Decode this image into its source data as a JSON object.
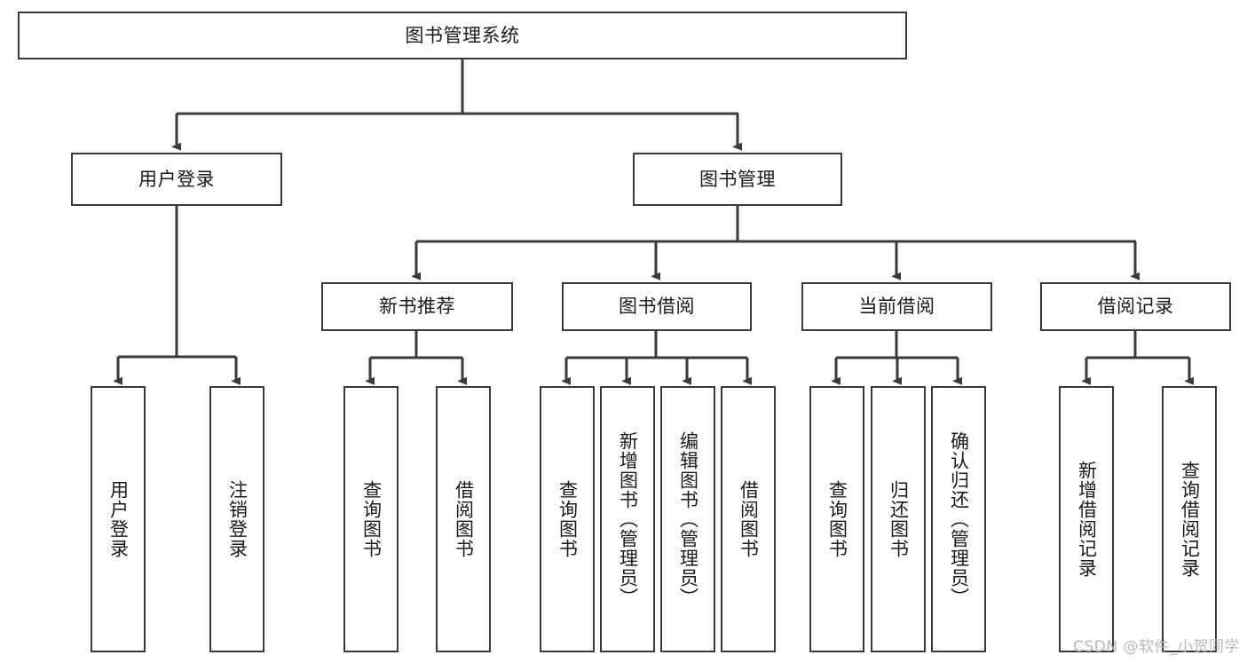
{
  "diagram": {
    "title": "图书管理系统",
    "watermark": "CSDN @软件_小贺同学",
    "line_color": "#3a3a3a",
    "background_color": "#ffffff",
    "text_color": "#1a1a1a",
    "watermark_color": "#b9b9b9",
    "nodes": {
      "root": "图书管理系统",
      "level2": [
        "用户登录",
        "图书管理"
      ],
      "level3": [
        "新书推荐",
        "图书借阅",
        "当前借阅",
        "借阅记录"
      ],
      "leaves": {
        "user_login": [
          "用户登录",
          "注销登录"
        ],
        "new_book_recommend": [
          "查询图书",
          "借阅图书"
        ],
        "book_borrow": [
          "查询图书",
          "新增图书（管理员）",
          "编辑图书（管理员）",
          "借阅图书"
        ],
        "current_borrow": [
          "查询图书",
          "归还图书",
          "确认归还（管理员）"
        ],
        "borrow_record": [
          "新增借阅记录",
          "查询借阅记录"
        ]
      }
    }
  }
}
